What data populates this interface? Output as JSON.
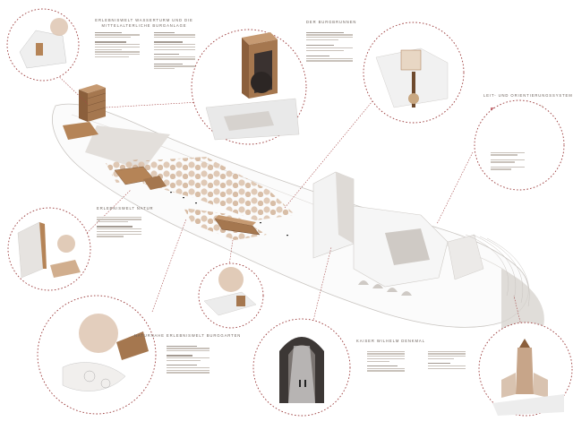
{
  "headings": {
    "tower": "ERLEBNISWELT WASSERTURM UND DIE MITTELALTERLICHE BURGANLAGE",
    "well": "DER BURGBRUNNEN",
    "guidance": "LEIT- UND ORIENTIERUNGSSYSTEM",
    "nature": "ERLEBNISWELT NATUR",
    "herb_garden": "NATURNAHE ERLEBNISWELT BURGGARTEN",
    "monument": "KAISER WILHELM DENKMAL"
  },
  "colors": {
    "dotted_circle": "#9b3a3a",
    "leader_line": "#a54848",
    "wood": "#a5774f",
    "wood_dark": "#6e4a2e",
    "tree": "#dcc2ac",
    "building_shadow": "#d8d4d0",
    "swatch_red": "#c9747c",
    "swatch_pink": "#e0b0b6",
    "swatch_green": "#8ea36b",
    "swatch_brown": "#a56f4e"
  }
}
